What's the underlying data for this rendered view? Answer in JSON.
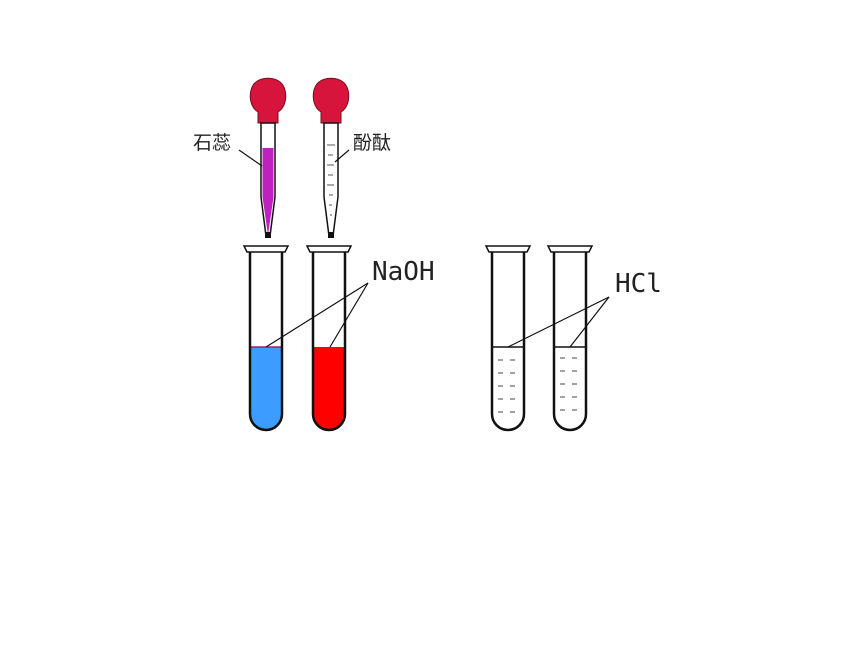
{
  "labels": {
    "litmus": "石蕊",
    "phenolphthalein": "酚酞",
    "naoh": "NaOH",
    "hcl": "HCl"
  },
  "colors": {
    "bulb": "#d6143c",
    "litmus_liquid": "#c020c0",
    "blue_solution": "#3c9cff",
    "red_solution": "#ff0000",
    "outline": "#111111"
  }
}
